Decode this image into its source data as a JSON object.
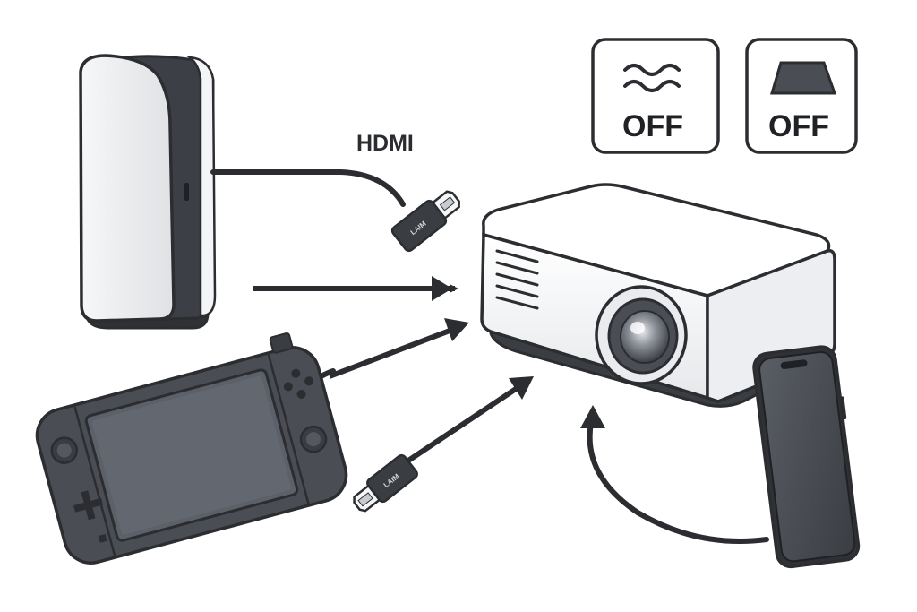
{
  "cable_label": "HDMI",
  "badges": {
    "noise_reduction": {
      "icon": "wave-icon",
      "status": "OFF"
    },
    "keystone": {
      "icon": "keystone-trapezoid-icon",
      "status": "OFF"
    }
  },
  "connector_tags": {
    "top_plug": "LAIM",
    "bottom_plug": "LAIM"
  },
  "devices": [
    {
      "name": "game-console",
      "icon": "game-console-icon"
    },
    {
      "name": "handheld-console",
      "icon": "handheld-console-icon"
    },
    {
      "name": "projector",
      "icon": "projector-icon"
    },
    {
      "name": "smartphone",
      "icon": "smartphone-icon"
    }
  ],
  "colors": {
    "outline": "#2b2d31",
    "cable": "#2b2d31",
    "device_dark": "#4a4d53",
    "device_light": "#f1f2f4",
    "badge_border": "#2b2d31"
  }
}
